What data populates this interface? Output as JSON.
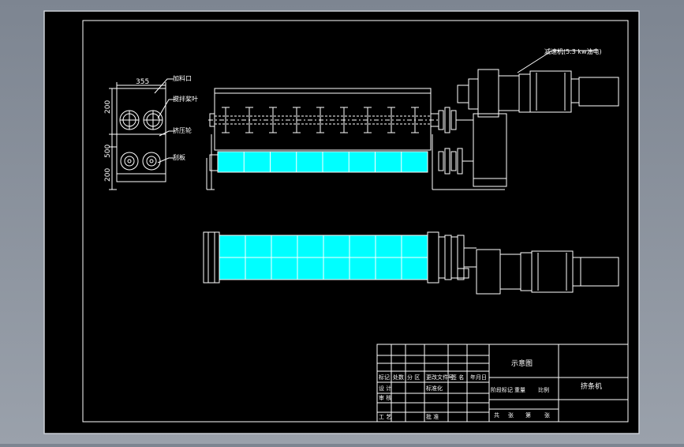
{
  "drawing": {
    "callouts": {
      "motor": "减速机(5.3 kw油电)",
      "inlet": "加料口",
      "mixer_shaft": "搅拌桨叶",
      "press_roller": "挤压轮",
      "blade": "刮板"
    },
    "dimensions": {
      "width": "355",
      "h_top": "200",
      "h_mid": "500",
      "h_bot": "200"
    }
  },
  "title_block": {
    "sheet_label": "示意图",
    "part_name": "挤条机",
    "rev_hdr": [
      "标记",
      "处数",
      "分 区",
      "更改文件号",
      "签 名",
      "年月日"
    ],
    "row_design": [
      "设 计",
      "",
      "标准化",
      "",
      ""
    ],
    "row_check": [
      "审 核"
    ],
    "row_process": [
      "工 艺",
      "",
      "批 准"
    ],
    "stage_hdr": [
      "阶段标记",
      "重量",
      "比例"
    ],
    "sheets": [
      "共",
      "张",
      "第",
      "张"
    ]
  },
  "colors": {
    "screen": "#000000",
    "line": "#ffffff",
    "fill": "#00ffff",
    "frame": "#c9cdd4"
  }
}
